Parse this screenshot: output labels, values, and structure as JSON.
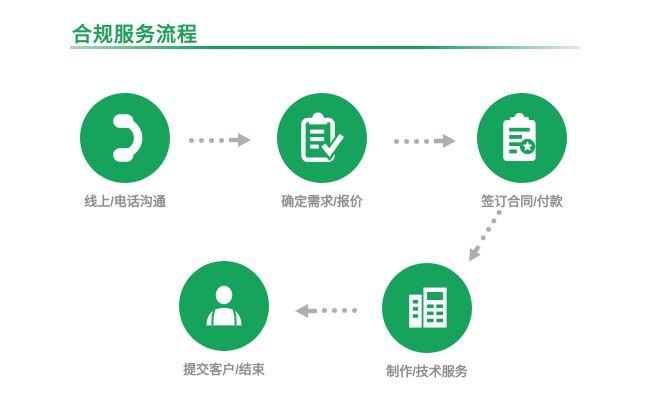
{
  "header": {
    "title": "合规服务流程"
  },
  "colors": {
    "circle_green": "#16a45c",
    "title_green": "#1fa058",
    "label_gray": "#8f8f8f",
    "arrow_gray": "#b1adad",
    "underline_gradient": [
      "#a9d8b5",
      "#0f9e53",
      "#dceee0"
    ]
  },
  "steps": [
    {
      "order": 1,
      "label": "线上/电话沟通",
      "icon": "phone-icon"
    },
    {
      "order": 2,
      "label": "确定需求/报价",
      "icon": "clipboard-check-icon"
    },
    {
      "order": 3,
      "label": "签订合同/付款",
      "icon": "contract-star-icon"
    },
    {
      "order": 4,
      "label": "制作/技术服务",
      "icon": "production-building-icon"
    },
    {
      "order": 5,
      "label": "提交客户/结束",
      "icon": "customer-person-icon"
    }
  ],
  "arrows": [
    {
      "from": "线上/电话沟通",
      "to": "确定需求/报价",
      "direction": "right",
      "style": "dotted"
    },
    {
      "from": "确定需求/报价",
      "to": "签订合同/付款",
      "direction": "right",
      "style": "dotted"
    },
    {
      "from": "签订合同/付款",
      "to": "制作/技术服务",
      "direction": "down-left",
      "style": "dotted"
    },
    {
      "from": "制作/技术服务",
      "to": "提交客户/结束",
      "direction": "left",
      "style": "dotted"
    }
  ]
}
